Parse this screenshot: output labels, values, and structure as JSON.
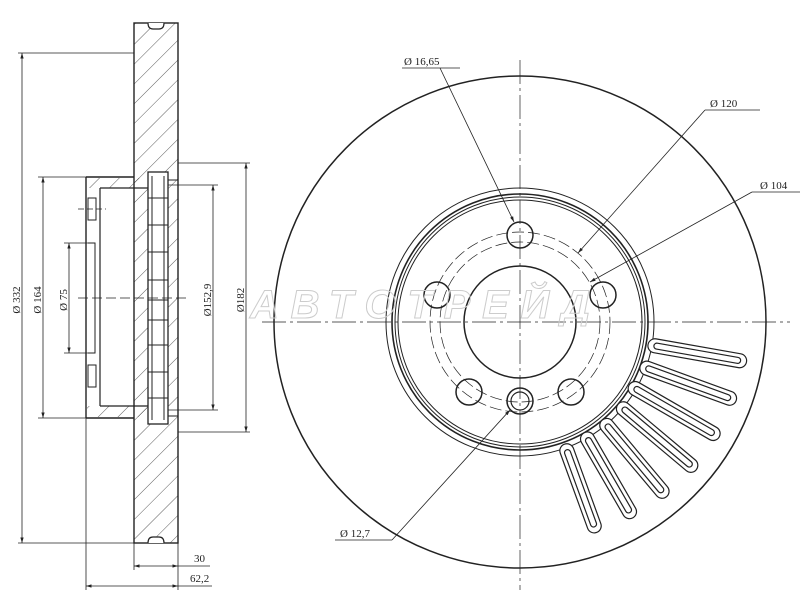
{
  "watermark": "АВТОТРЕЙД",
  "side_view": {
    "dimensions": {
      "d332": "Ø 332",
      "d164": "Ø 164",
      "d75": "Ø 75",
      "d152_9": "Ø152,9",
      "d182": "Ø182",
      "thickness": "30",
      "height": "62,2"
    }
  },
  "front_view": {
    "dimensions": {
      "bolt_hole": "Ø 16,65",
      "d120": "Ø 120",
      "d104": "Ø 104",
      "pin_hole": "Ø 12,7"
    },
    "bolt_hole_count": 5
  }
}
